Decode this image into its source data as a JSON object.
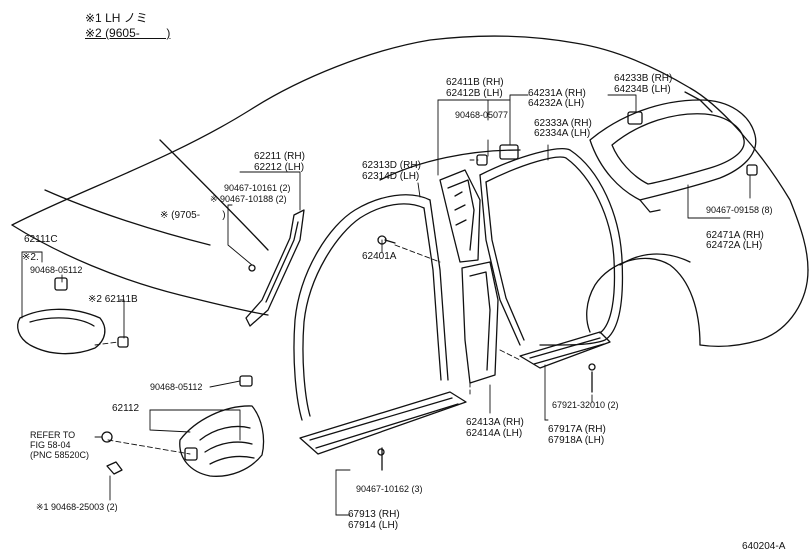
{
  "legend": {
    "line1": "※1 LH ノミ",
    "line2": "※2 (9605-        )",
    "line3": "※ (9705-        )"
  },
  "diagram_code": "640204-A",
  "parts": {
    "p62211C": "62111C",
    "p62211C_note": "※2.",
    "p90468_05112_a": "90468-05112",
    "p62111B": "※2 62111B",
    "p62211_rh": "62211 (RH)",
    "p62212_lh": "62212 (LH)",
    "p90467_10161": "90467-10161 (2)",
    "p90467_10188": "※ 90467-10188 (2)",
    "p62313D_rh": "62313D (RH)",
    "p62314D_lh": "62314D (LH)",
    "p62401A": "62401A",
    "p62411B_rh": "62411B (RH)",
    "p62412B_lh": "62412B (LH)",
    "p90468_05077": "90468-05077",
    "p64231A_rh": "64231A (RH)",
    "p64232A_lh": "64232A (LH)",
    "p62333A_rh": "62333A (RH)",
    "p62334A_lh": "62334A (LH)",
    "p64233B_rh": "64233B (RH)",
    "p64234B_lh": "64234B (LH)",
    "p90467_09158": "90467-09158 (8)",
    "p62471A_rh": "62471A (RH)",
    "p62472A_lh": "62472A (LH)",
    "p90468_05112_b": "90468-05112",
    "p62112": "62112",
    "refer1": "REFER TO",
    "refer2": "FIG 58-04",
    "refer3": "(PNC 58520C)",
    "p90468_25003": "※1 90468-25003 (2)",
    "p90467_10162": "90467-10162 (3)",
    "p67913_rh": "67913 (RH)",
    "p67914_lh": "67914 (LH)",
    "p62413A_rh": "62413A (RH)",
    "p62414A_lh": "62414A (LH)",
    "p67921": "67921-32010 (2)",
    "p67917A_rh": "67917A (RH)",
    "p67918A_lh": "67918A (LH)"
  }
}
